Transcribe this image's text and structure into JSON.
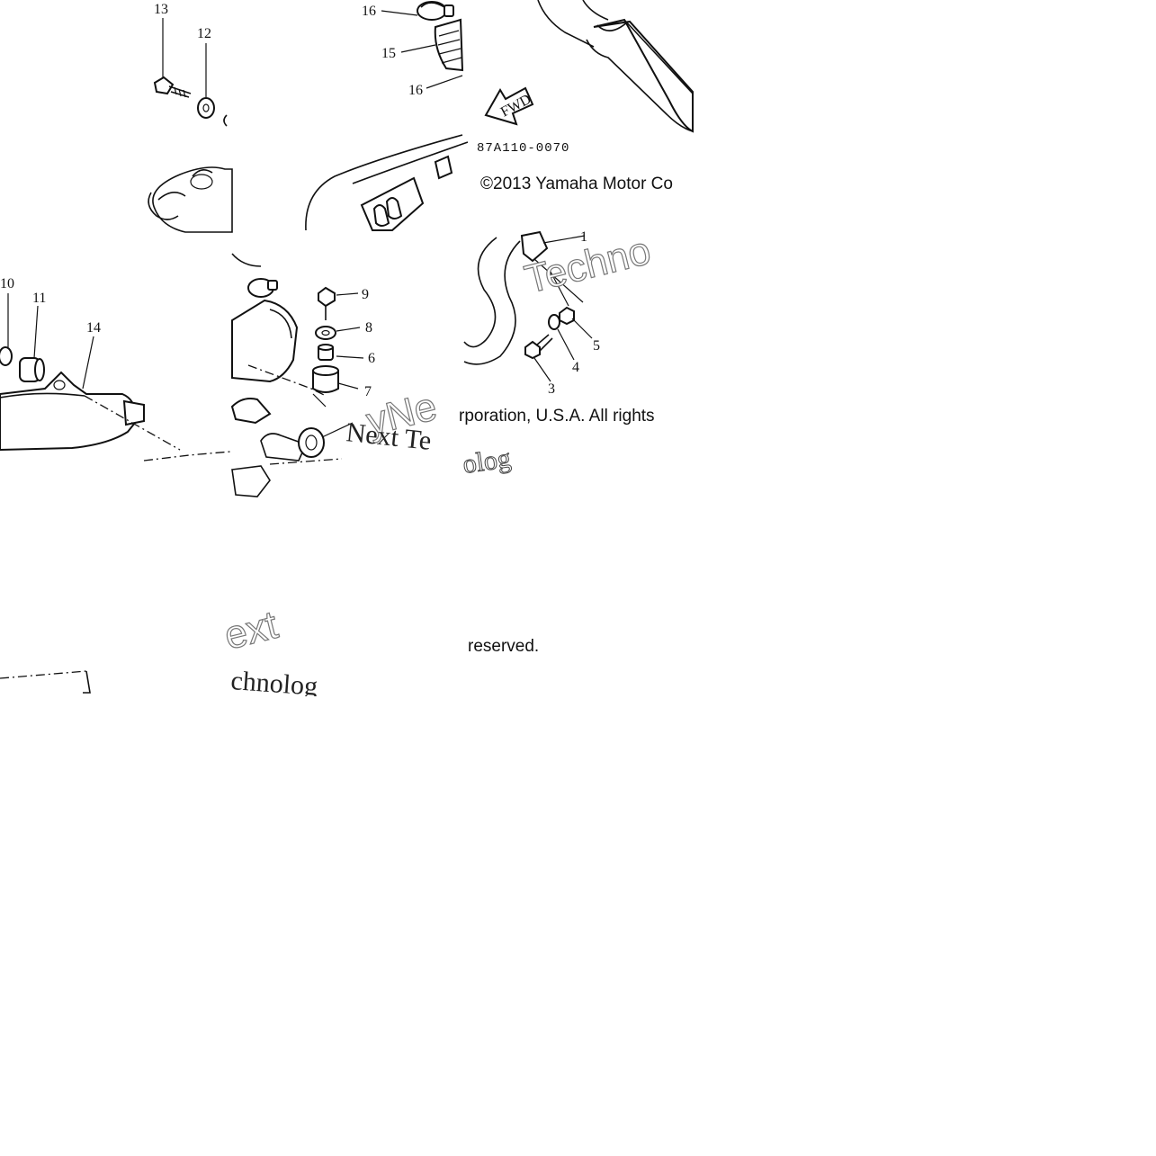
{
  "diagram": {
    "part_number": "87A110-0070",
    "fwd_label": "FWD",
    "copyright": {
      "line1": "©2013 Yamaha Motor Co",
      "line2": "rporation, U.S.A. All rights",
      "line3": "reserved."
    },
    "callouts": [
      "1",
      "3",
      "4",
      "5",
      "6",
      "7",
      "8",
      "9",
      "10",
      "11",
      "12",
      "13",
      "14",
      "15",
      "16",
      "16"
    ],
    "watermarks": [
      "Techno",
      "yNe",
      "Next Te",
      "olog",
      "ext",
      "chnolog"
    ]
  }
}
